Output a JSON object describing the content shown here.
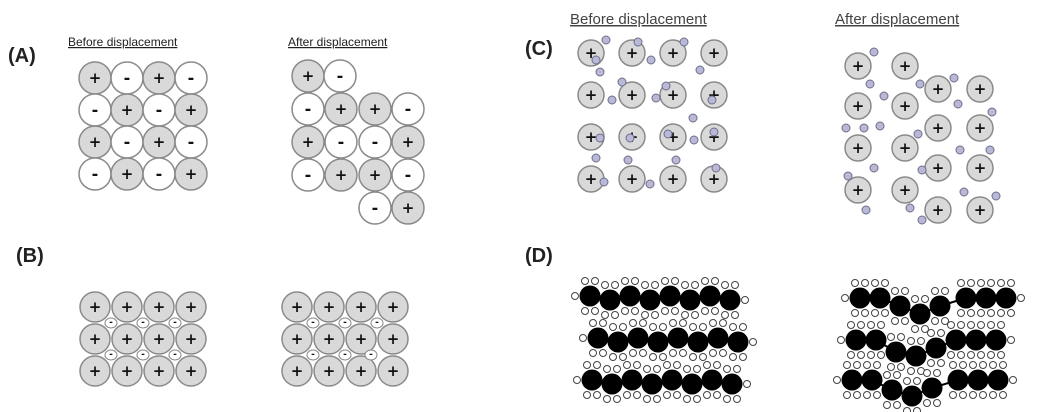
{
  "panels": {
    "A": {
      "letter": "(A)",
      "before": "Before displacement",
      "after": "After displacement"
    },
    "B": {
      "letter": "(B)"
    },
    "C": {
      "letter": "(C)",
      "before": "Before displacement",
      "after": "After displacement"
    },
    "D": {
      "letter": "(D)"
    }
  },
  "symbols": {
    "cation": "+",
    "anion": "-"
  },
  "colors": {
    "cation_fill": "#d9d9d9",
    "anion_fill": "#ffffff",
    "outline": "#8a8a8a",
    "electron_fill": "#b9b9d6",
    "electron_stroke": "#6e6e8c",
    "carbon": "#000000",
    "hydrogen_fill": "#ffffff",
    "text": "#222222"
  },
  "ionic_before": [
    [
      "+",
      "-",
      "+",
      "-"
    ],
    [
      "-",
      "+",
      "-",
      "+"
    ],
    [
      "+",
      "-",
      "+",
      "-"
    ],
    [
      "-",
      "+",
      "-",
      "+"
    ]
  ],
  "ionic_after": [
    [
      "+",
      "-"
    ],
    [
      "-",
      "+",
      "+",
      "-"
    ],
    [
      "+",
      "-",
      "-",
      "+"
    ],
    [
      "-",
      "+",
      "+",
      "-"
    ],
    [
      "-",
      "+"
    ]
  ]
}
